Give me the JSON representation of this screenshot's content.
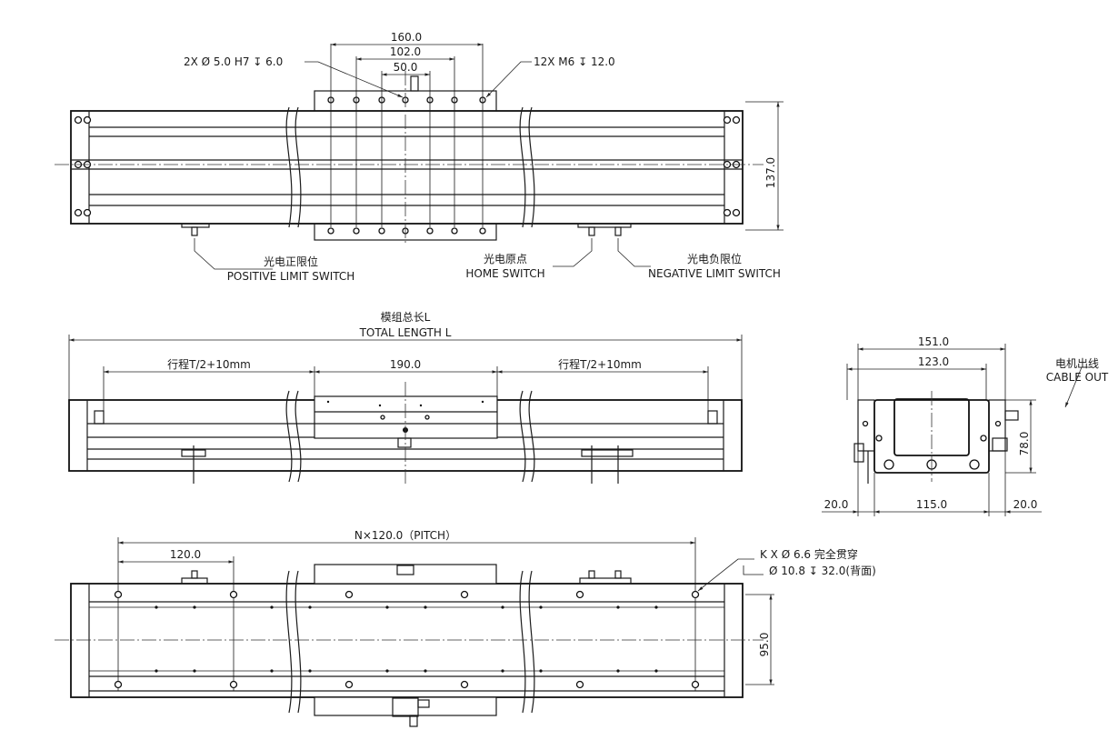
{
  "top_view": {
    "dim_160": "160.0",
    "dim_102": "102.0",
    "dim_50": "50.0",
    "callout_pin_hole": "2X  Ø 5.0 H7  ↧ 6.0",
    "callout_tapped": "12X  M6   ↧ 12.0",
    "dim_137": "137.0",
    "positive_limit_cn": "光电正限位",
    "positive_limit_en": "POSITIVE LIMIT SWITCH",
    "home_cn": "光电原点",
    "home_en": "HOME SWITCH",
    "negative_limit_cn": "光电负限位",
    "negative_limit_en": "NEGATIVE LIMIT SWITCH"
  },
  "side_view": {
    "total_length_cn": "模组总长L",
    "total_length_en": "TOTAL LENGTH L",
    "stroke_left": "行程T/2+10mm",
    "carriage_len": "190.0",
    "stroke_right": "行程T/2+10mm"
  },
  "end_view": {
    "dim_151": "151.0",
    "dim_123": "123.0",
    "dim_78": "78.0",
    "dim_20_left": "20.0",
    "dim_115": "115.0",
    "dim_20_right": "20.0",
    "cable_cn": "电机出线",
    "cable_en": "CABLE OUT"
  },
  "bottom_view": {
    "pitch": "N×120.0（PITCH）",
    "dim_120": "120.0",
    "hole_callout_1": "K X  Ø 6.6 完全贯穿",
    "hole_callout_2": "Ø 10.8  ↧ 32.0(背面)",
    "dim_95": "95.0"
  }
}
